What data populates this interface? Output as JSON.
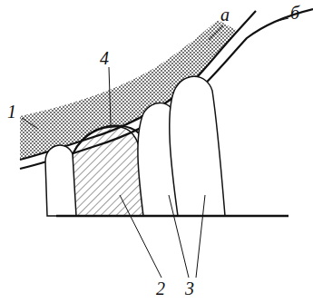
{
  "diagram": {
    "labels": [
      "а",
      "б",
      "4",
      "1",
      "2",
      "3"
    ]
  }
}
